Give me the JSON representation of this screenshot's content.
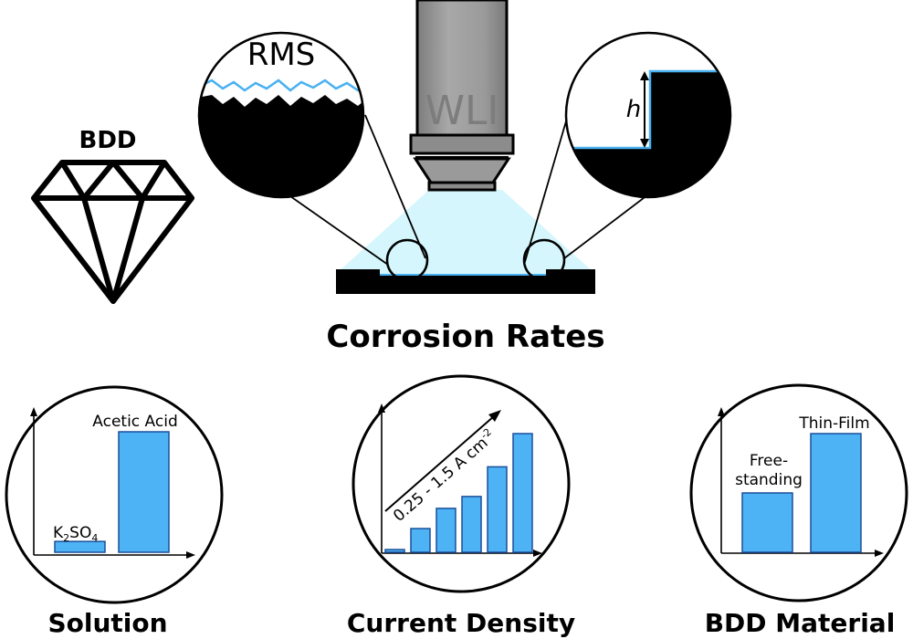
{
  "labels": {
    "bdd": "BDD",
    "rms": "RMS",
    "wli": "WLI",
    "h": "h",
    "corrosion_rates": "Corrosion Rates",
    "solution": "Solution",
    "current_density": "Current Density",
    "bdd_material": "BDD Material"
  },
  "panels": {
    "solution": {
      "bars": [
        {
          "label_main": "K",
          "label_sub1": "2",
          "label_mid": "SO",
          "label_sub2": "4",
          "value": 0.09
        },
        {
          "label": "Acetic Acid",
          "value": 1.0
        }
      ]
    },
    "current_density": {
      "arrow_label": "0.25 - 1.5 A cm",
      "arrow_label_sup": "-2",
      "values": [
        0.02,
        0.2,
        0.37,
        0.47,
        0.72,
        1.0
      ]
    },
    "bdd_material": {
      "bars": [
        {
          "label_line1": "Free-",
          "label_line2": "standing",
          "value": 0.5
        },
        {
          "label": "Thin-Film",
          "value": 1.0
        }
      ]
    }
  },
  "colors": {
    "bar_fill": "#4db3f5",
    "bar_stroke": "#1b4f9a",
    "highlight_line": "#49b1f2",
    "light_cone": "#d5f6fc",
    "objective_gray": "#909090"
  }
}
